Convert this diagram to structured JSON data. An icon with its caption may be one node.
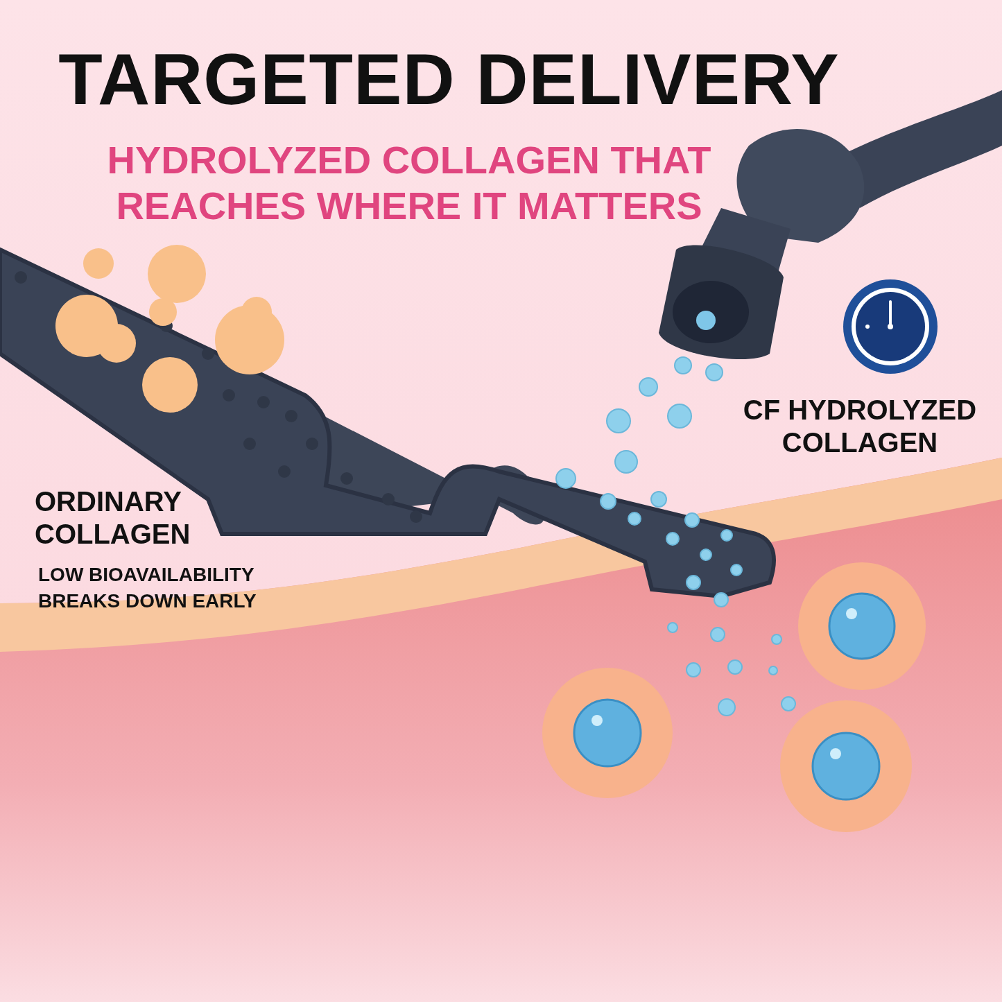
{
  "diagram": {
    "title": "TARGETED DELIVERY",
    "labels": [
      "HYDROLYZED COLLAGEN THAT REACHES WHERE IT MATTERS",
      "CF HYDROLYZED COLLAGEN",
      "ORDINARY COLLAGEN",
      "LOW BIOAVAILABILITY",
      "BREAKS DOWN EARLY"
    ]
  }
}
